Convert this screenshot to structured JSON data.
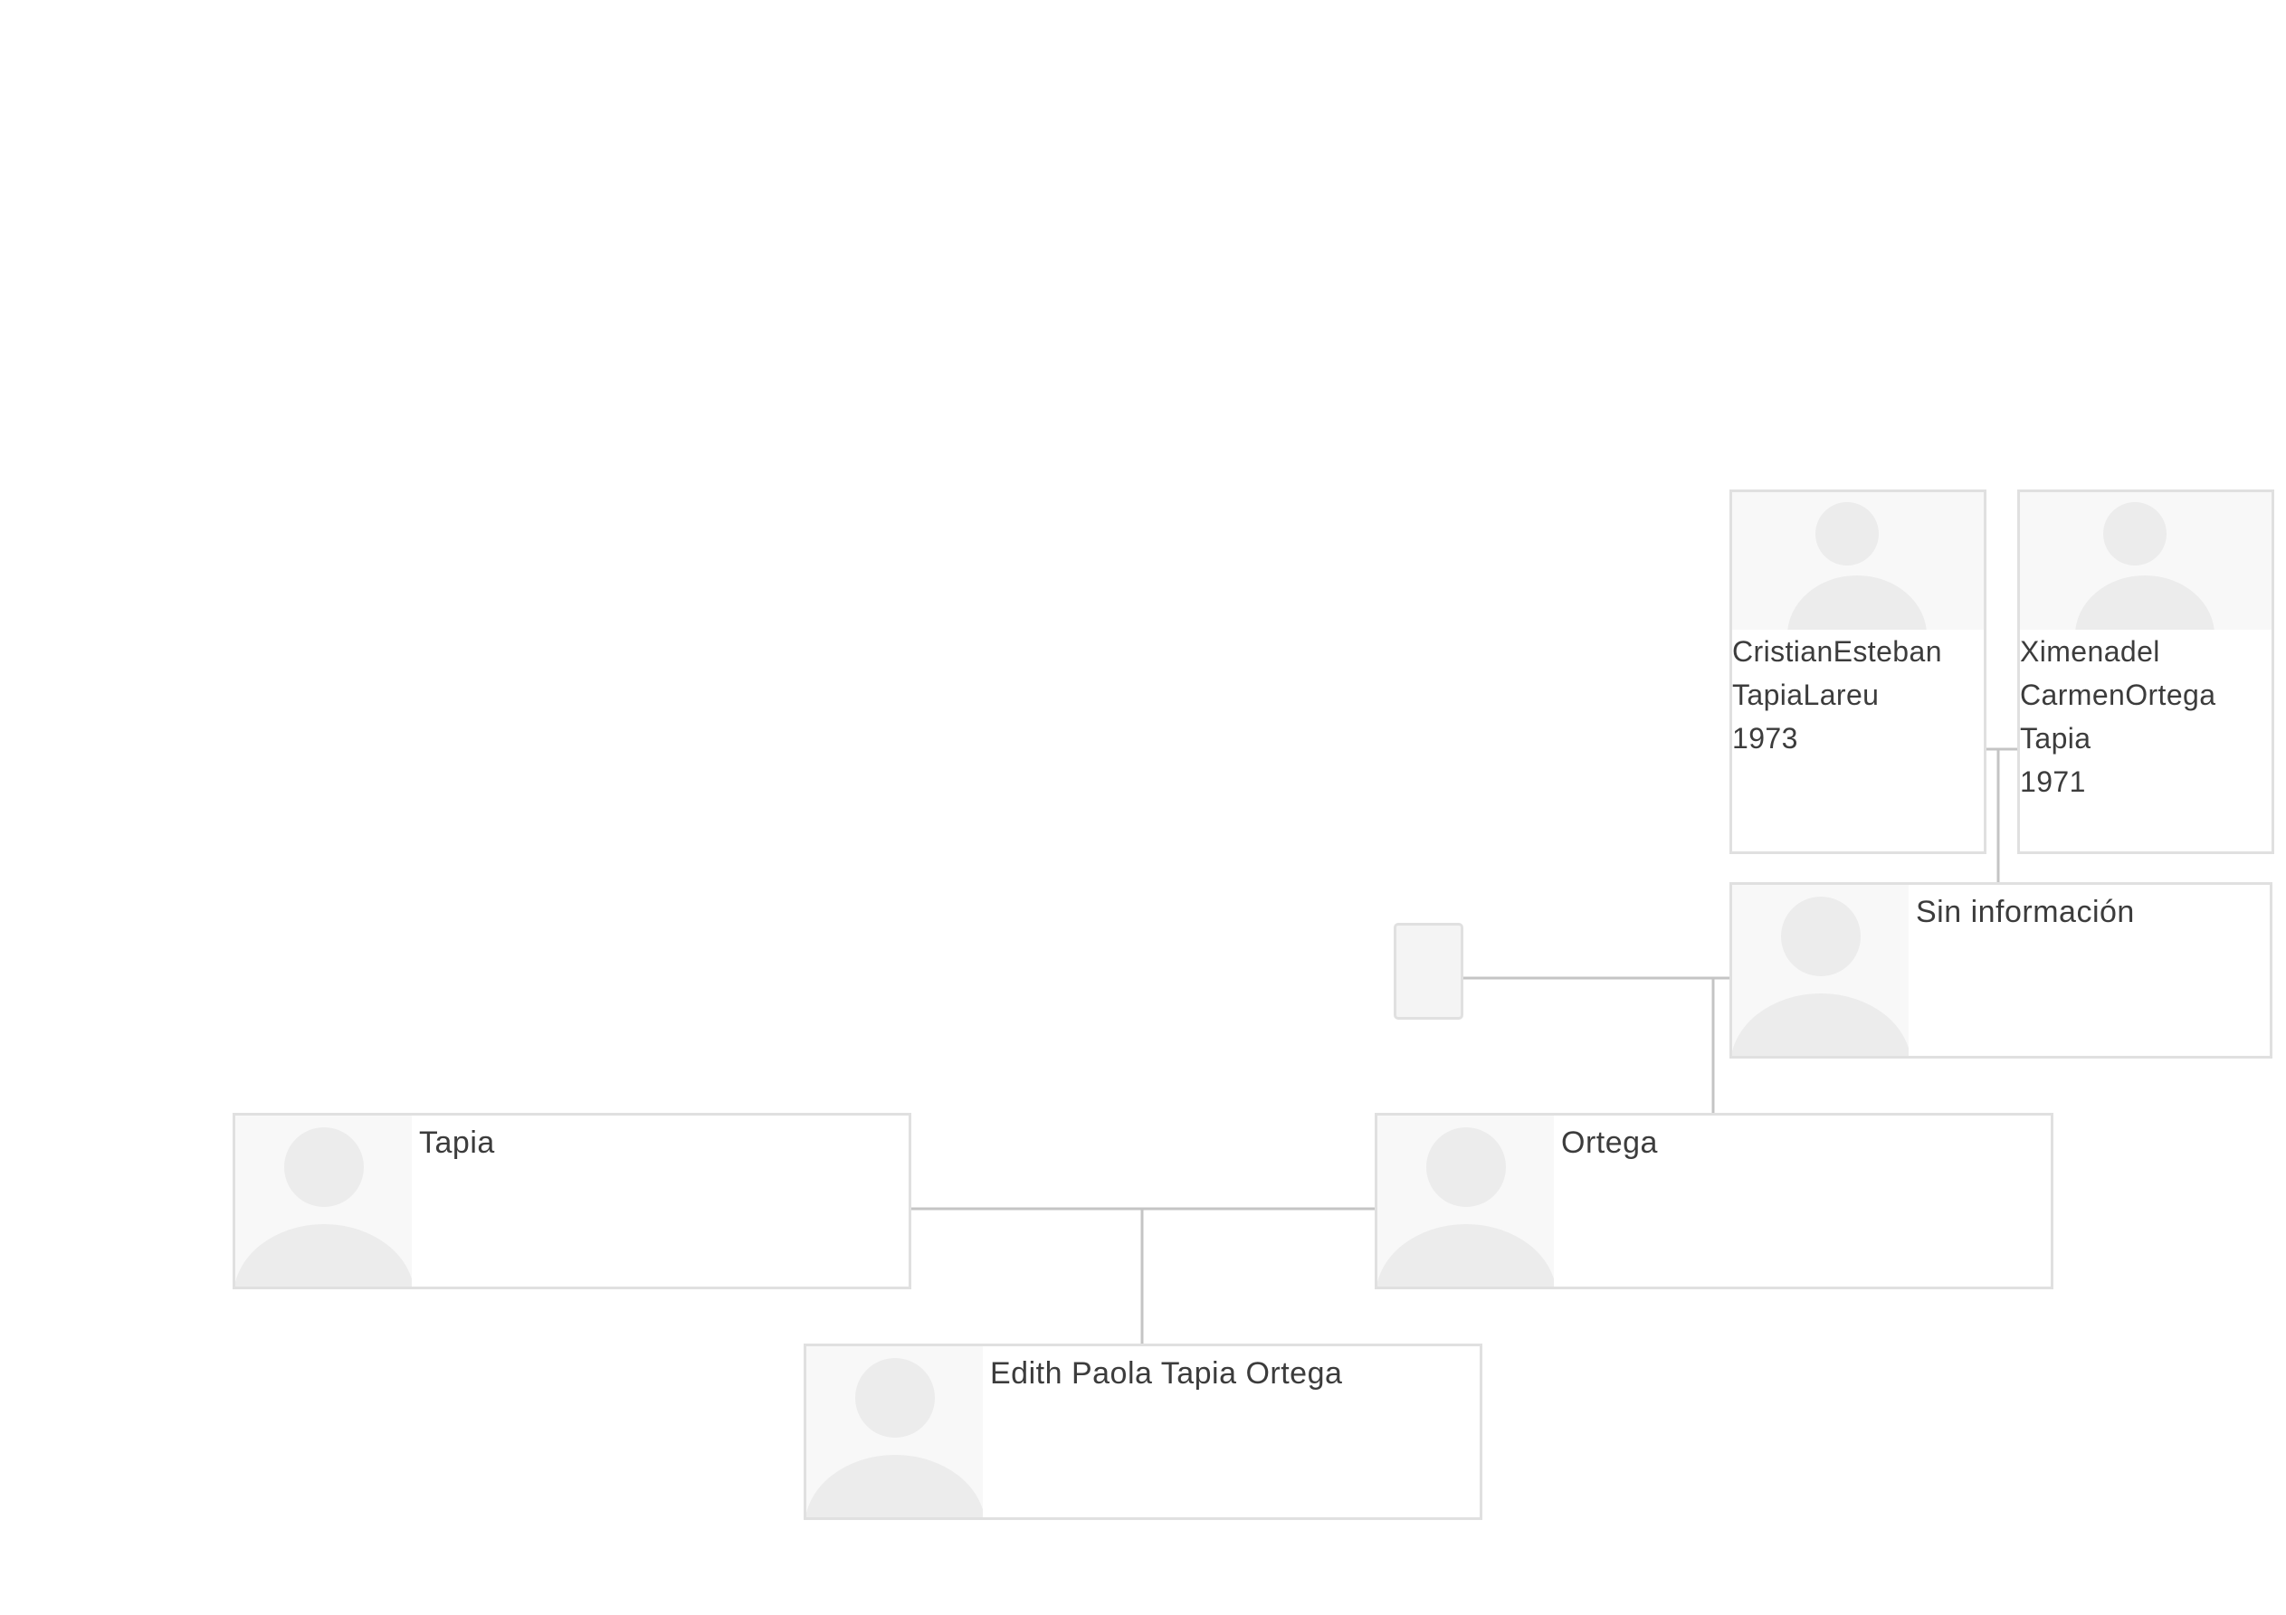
{
  "people": {
    "child": {
      "name": "Edith Paola Tapia Ortega"
    },
    "father": {
      "name": "Tapia"
    },
    "mother": {
      "name": "Ortega"
    },
    "maternal_parent": {
      "name": "Sin información"
    },
    "grandparent_left": {
      "lines": [
        "CristianEsteban",
        "TapiaLareu",
        "1973"
      ]
    },
    "grandparent_right": {
      "lines": [
        "Ximenadel",
        "CarmenOrtega",
        "Tapia",
        "1971"
      ]
    }
  },
  "icons": {
    "avatar": "person-silhouette-icon"
  },
  "colors": {
    "card_border": "#e0e0e0",
    "avatar_bg": "#f8f8f8",
    "silhouette": "#ececec",
    "connector": "#c4c4c4",
    "text": "#3c3c3c"
  }
}
